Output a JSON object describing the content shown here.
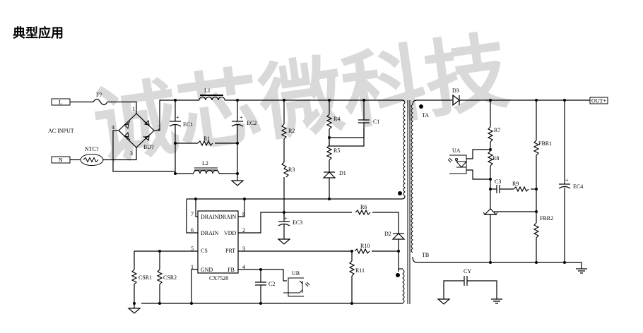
{
  "section_title": "典型应用",
  "watermark": {
    "text": "诚芯微科技",
    "color": "#d9d9d9"
  },
  "ic": {
    "name": "CX7528",
    "pins": [
      {
        "num": "7",
        "label": "DRAIN"
      },
      {
        "num": "8",
        "label": "DRAIN"
      },
      {
        "num": "6",
        "label": "DRAIN"
      },
      {
        "num": "2",
        "label": "VDD"
      },
      {
        "num": "5",
        "label": "CS"
      },
      {
        "num": "3",
        "label": "PRT"
      },
      {
        "num": "1",
        "label": "GND"
      },
      {
        "num": "4",
        "label": "FB"
      }
    ]
  },
  "connectors": {
    "L": "L",
    "N": "N",
    "out": "OUT+"
  },
  "labels": {
    "ac_input": "AC INPUT",
    "fuse": "F?",
    "ntc": "NTC?",
    "bridge": "BD?",
    "bridge_pins": [
      "1",
      "2",
      "3",
      "4"
    ],
    "EC1": "EC1",
    "EC2": "EC2",
    "EC3": "EC3",
    "EC4": "EC4",
    "L1": "L1",
    "L2": "L2",
    "R1": "R1",
    "R2": "R2",
    "R3": "R3",
    "R4": "R4",
    "R5": "R5",
    "R6": "R6",
    "R7": "R7",
    "R8": "R8",
    "R9": "R9",
    "R10": "R10",
    "R11": "R11",
    "C1": "C1",
    "C2": "C2",
    "C3": "C3",
    "CY": "CY",
    "D1": "D1",
    "D2": "D2",
    "D3": "D3",
    "CSR1": "CSR1",
    "CSR2": "CSR2",
    "FBR1": "FBR1",
    "FBR2": "FBR2",
    "UA": "UA",
    "UB": "UB",
    "TA": "TA",
    "TB": "TB",
    "plus": "+"
  }
}
